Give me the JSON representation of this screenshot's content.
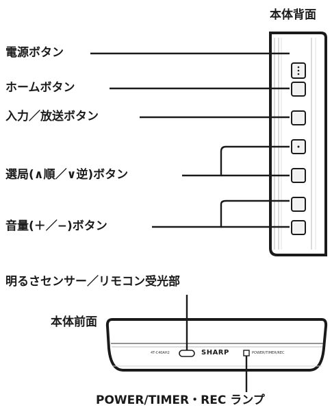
{
  "rear_panel": {
    "title": "本体背面",
    "button_labels": {
      "power": "電源ボタン",
      "home": "ホームボタン",
      "input": "入力／放送ボタン",
      "channel": "選局(∧順／∨逆)ボタン",
      "volume": "音量(＋／−)ボタン"
    }
  },
  "front_panel": {
    "title": "本体前面",
    "sensor_label": "明るさセンサー／リモコン受光部",
    "lamp_label": "POWER/TIMER・REC ランプ",
    "model_text": "4T-C40AH2",
    "brand_text": "SHARP",
    "indicator_text": "POWER/TIMER/REC"
  },
  "colors": {
    "line": "#1a1a1a",
    "panel_fill": "#ffffff",
    "button_fill": "#f2f2f2",
    "stripe": "#cfcfcf"
  }
}
